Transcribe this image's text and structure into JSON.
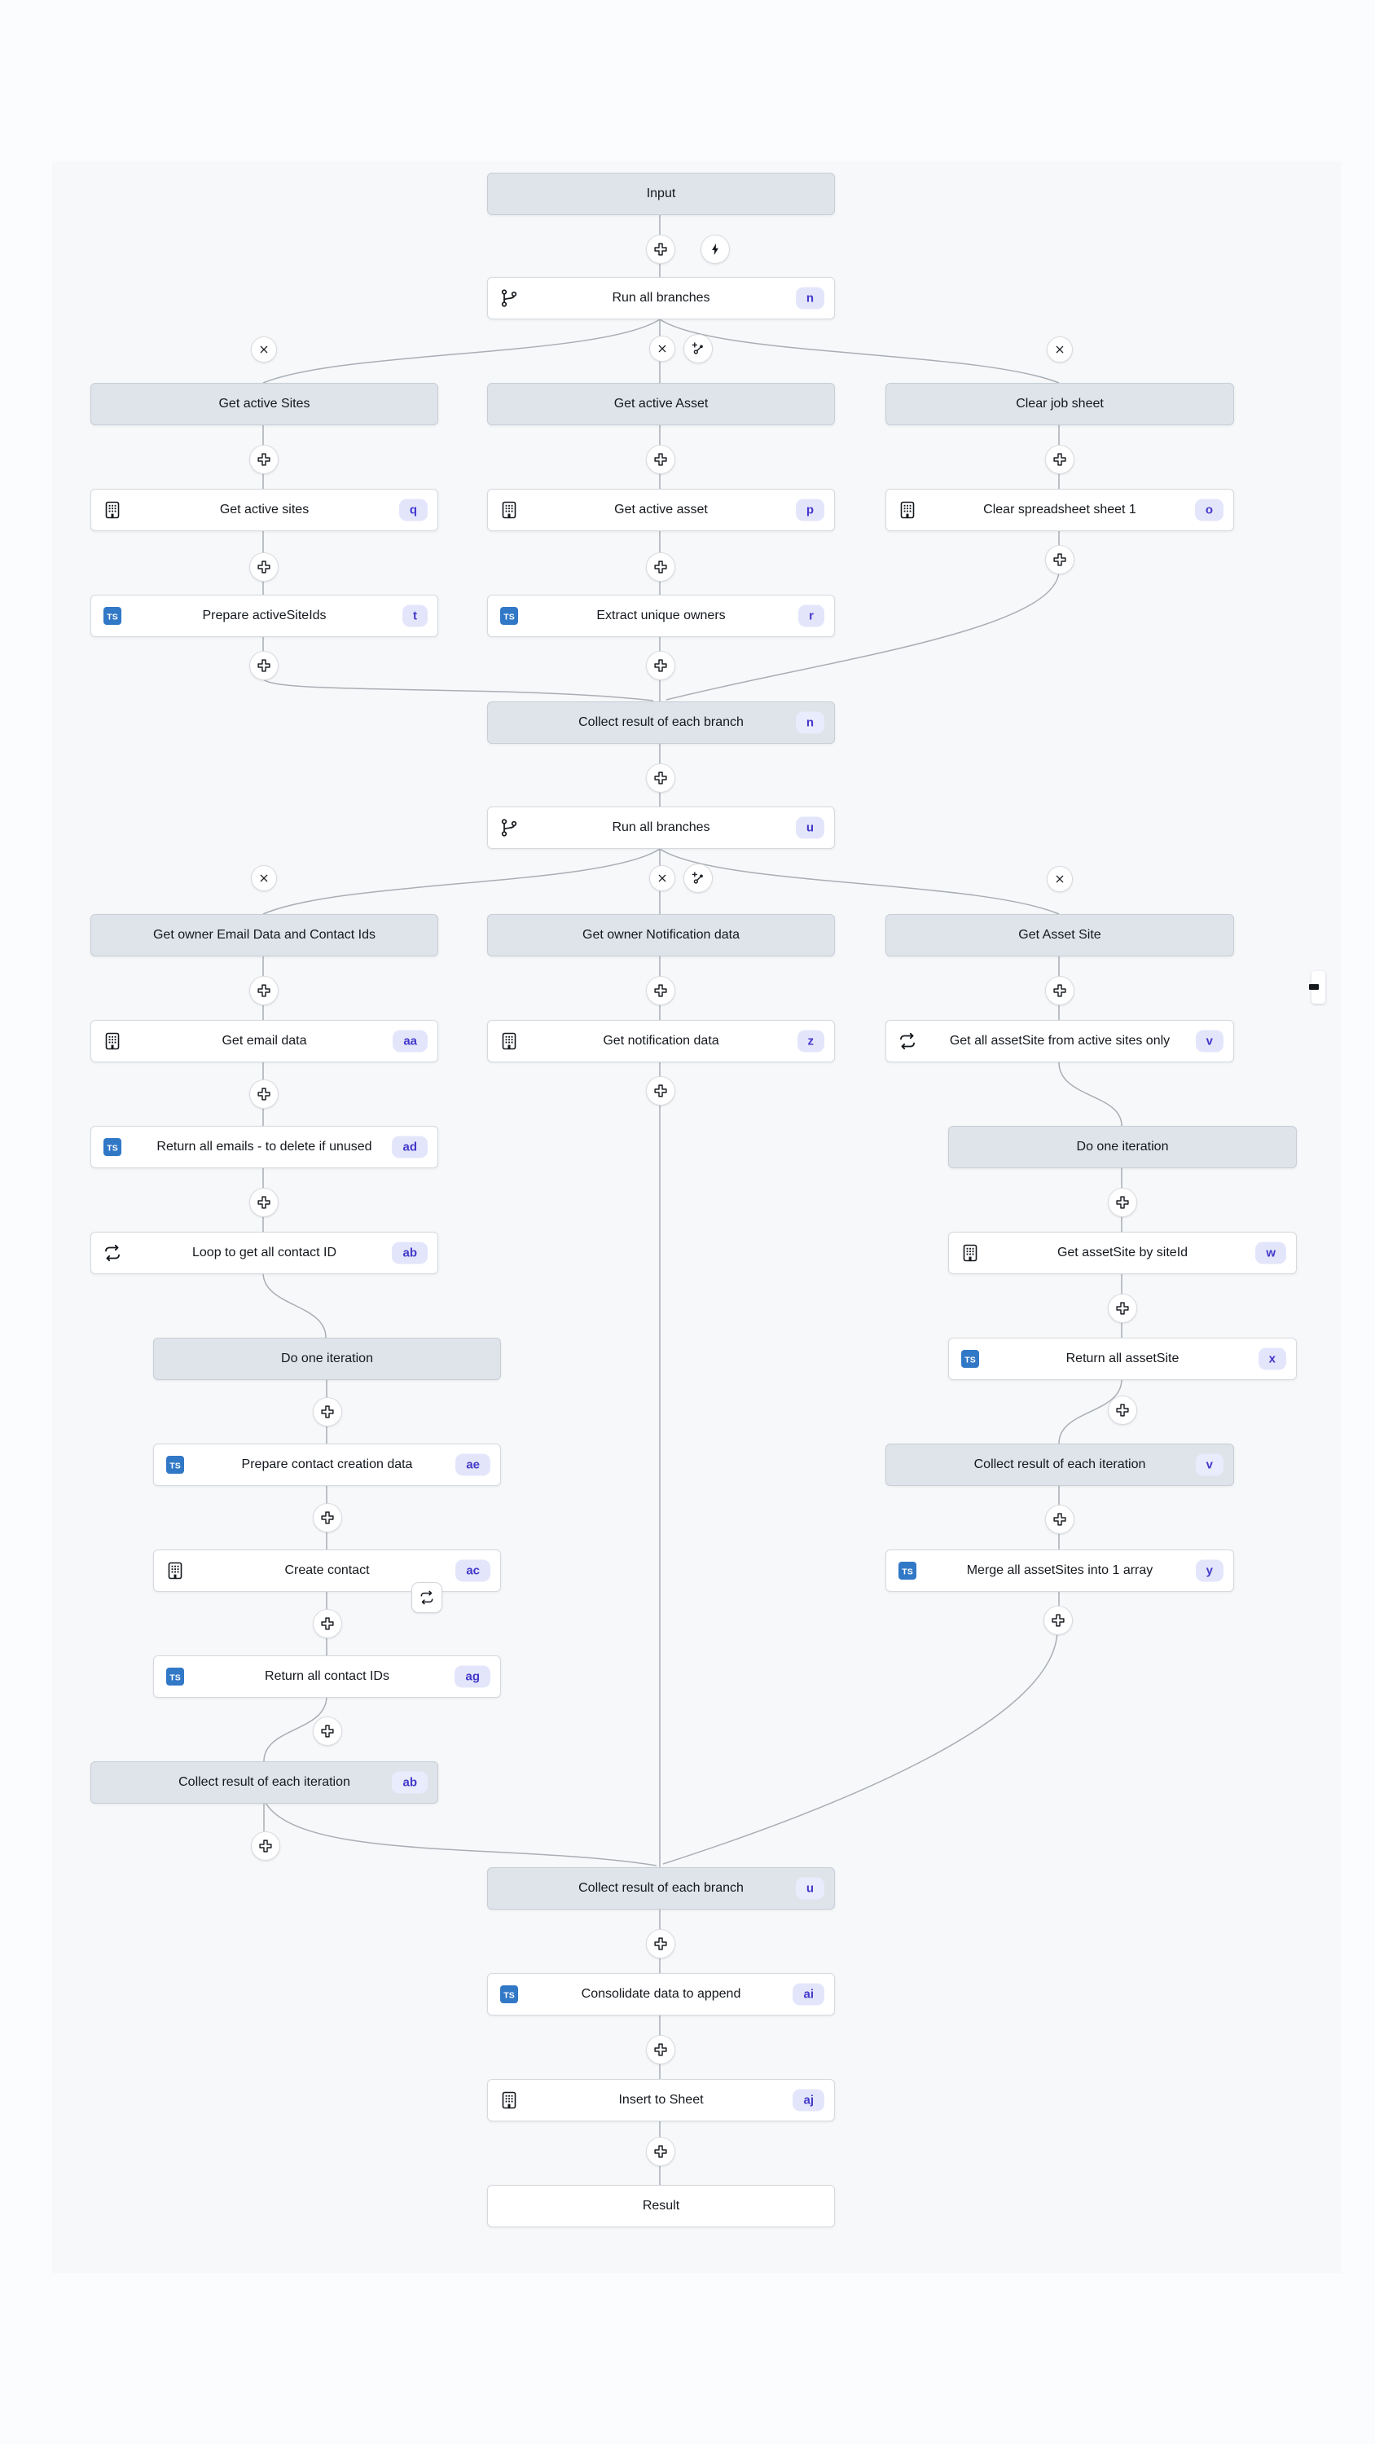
{
  "app": {
    "view": "workflow-canvas"
  },
  "palette": {
    "page_background": "#fbfcfe",
    "canvas_background": "#f7f8fa",
    "node_background": "#ffffff",
    "header_node_background": "#dee4ea",
    "edge_color": "#a9aeb4",
    "badge_background": "#e3e6fb",
    "badge_text": "#4338ca",
    "typescript_blue": "#3178c6",
    "icon_black": "#14181d"
  },
  "icons": {
    "plus": "add-step-icon",
    "x": "delete-branch-icon",
    "branch_plus": "add-branch-icon",
    "bolt": "lightning-icon",
    "building": "organization-icon",
    "ts": "typescript-icon",
    "loop": "repeat-icon",
    "git_branch": "git-branch-icon"
  },
  "nodes": [
    {
      "label": "Input",
      "type": "header"
    },
    {
      "label": "Run all branches",
      "badge": "n",
      "icon": "git_branch",
      "type": "action"
    },
    {
      "label": "Get active Sites",
      "type": "header"
    },
    {
      "label": "Get active Asset",
      "type": "header"
    },
    {
      "label": "Clear job sheet",
      "type": "header"
    },
    {
      "label": "Get active sites",
      "badge": "q",
      "icon": "building",
      "type": "action"
    },
    {
      "label": "Get active asset",
      "badge": "p",
      "icon": "building",
      "type": "action"
    },
    {
      "label": "Clear spreadsheet sheet 1",
      "badge": "o",
      "icon": "building",
      "type": "action"
    },
    {
      "label": "Prepare activeSiteIds",
      "badge": "t",
      "icon": "ts",
      "type": "action"
    },
    {
      "label": "Extract unique owners",
      "badge": "r",
      "icon": "ts",
      "type": "action"
    },
    {
      "label": "Collect result of each branch",
      "badge": "n",
      "type": "header"
    },
    {
      "label": "Run all branches",
      "badge": "u",
      "icon": "git_branch",
      "type": "action"
    },
    {
      "label": "Get owner Email Data and Contact Ids",
      "type": "header"
    },
    {
      "label": "Get owner Notification data",
      "type": "header"
    },
    {
      "label": "Get Asset Site",
      "type": "header"
    },
    {
      "label": "Get email data",
      "badge": "aa",
      "icon": "building",
      "type": "action"
    },
    {
      "label": "Get notification data",
      "badge": "z",
      "icon": "building",
      "type": "action"
    },
    {
      "label": "Get all assetSite from active sites only",
      "badge": "v",
      "icon": "loop",
      "type": "action"
    },
    {
      "label": "Return all emails - to delete if unused",
      "badge": "ad",
      "icon": "ts",
      "type": "action"
    },
    {
      "label": "Do one iteration",
      "type": "header"
    },
    {
      "label": "Loop to get all contact ID",
      "badge": "ab",
      "icon": "loop",
      "type": "action"
    },
    {
      "label": "Get assetSite by siteId",
      "badge": "w",
      "icon": "building",
      "type": "action"
    },
    {
      "label": "Do one iteration",
      "type": "header"
    },
    {
      "label": "Return all assetSite",
      "badge": "x",
      "icon": "ts",
      "type": "action"
    },
    {
      "label": "Prepare contact creation data",
      "badge": "ae",
      "icon": "ts",
      "type": "action"
    },
    {
      "label": "Collect result of each iteration",
      "badge": "v",
      "type": "header"
    },
    {
      "label": "Create contact",
      "badge": "ac",
      "icon": "building",
      "type": "action"
    },
    {
      "label": "Merge all assetSites into 1 array",
      "badge": "y",
      "icon": "ts",
      "type": "action"
    },
    {
      "label": "Return all contact IDs",
      "badge": "ag",
      "icon": "ts",
      "type": "action"
    },
    {
      "label": "Collect result of each iteration",
      "badge": "ab",
      "type": "header"
    },
    {
      "label": "Collect result of each branch",
      "badge": "u",
      "type": "header"
    },
    {
      "label": "Consolidate data to append",
      "badge": "ai",
      "icon": "ts",
      "type": "action"
    },
    {
      "label": "Insert to Sheet",
      "badge": "aj",
      "icon": "building",
      "type": "action"
    },
    {
      "label": "Result",
      "type": "action"
    }
  ]
}
